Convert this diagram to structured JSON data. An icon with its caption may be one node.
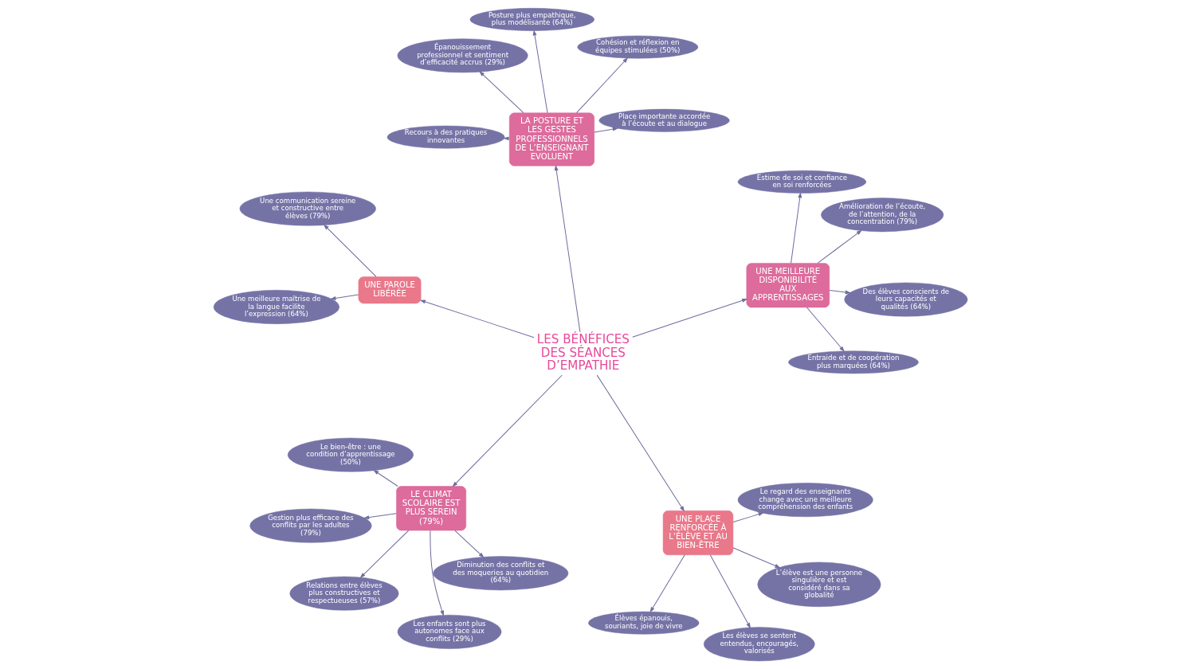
{
  "diagram": {
    "nodes": [
      {
        "text": [
          "LES BÉNÉFICES DES SÉANCES D’EMPATHIE"
        ]
      },
      {
        "text": [
          "UNE PLACE RENFORCÉE À L’ÉLÈVE ET AU BIEN-ÊTRE"
        ]
      },
      {
        "text": [
          "Les élèves se sentent entendus, encouragés, valorisés"
        ]
      },
      {
        "text": [
          "Le regard des enseignants change avec une meilleure compréhension des enfants"
        ]
      },
      {
        "text": [
          "L’élève est une personne singulière et est considéré dans sa globalité"
        ]
      },
      {
        "text": [
          "Élèves épanouis, souriants, joie de vivre"
        ]
      },
      {
        "text": [
          "LE CLIMAT SCOLAIRE EST PLUS SEREIN (79%)"
        ]
      },
      {
        "text": [
          "Diminution des conflits et des moqueries au quotidien (64%)"
        ]
      },
      {
        "text": [
          "Gestion plus efficace des conflits par les adultes (79%)"
        ]
      },
      {
        "text": [
          "Les enfants sont plus autonomes face aux conflits (29%)"
        ]
      },
      {
        "text": [
          "Relations entre élèves plus constructives et respectueuses (57%)"
        ]
      },
      {
        "text": [
          "Le bien-être : une condition d’apprentissage (50%)"
        ]
      },
      {
        "text": [
          "UNE MEILLEURE DISPONIBILITÉ AUX APPRENTISSAGES"
        ]
      },
      {
        "text": [
          "Amélioration de l’écoute, de l’attention, de la concentration (79%)"
        ]
      },
      {
        "text": [
          "Estime de soi et confiance en soi renforcées"
        ]
      },
      {
        "text": [
          "Entraide et de coopération plus marquées (64%)"
        ]
      },
      {
        "text": [
          "Des élèves conscients de leurs capacités et qualités (64%)"
        ]
      },
      {
        "text": [
          "UNE PAROLE LIBÉRÉE"
        ]
      },
      {
        "text": [
          "Une communication sereine et constructive entre élèves (79%)"
        ]
      },
      {
        "text": [
          "Une meilleure maîtrise de la langue facilite l’expression (64%)"
        ]
      },
      {
        "text": [
          "LA POSTURE ET LES GESTES PROFESSIONNELS DE L’ENSEIGNANT EVOLUENT"
        ]
      },
      {
        "text": [
          "Recours à des pratiques innovantes"
        ]
      },
      {
        "text": [
          "Posture plus empathique, plus modélisante (64%)"
        ]
      },
      {
        "text": [
          "Cohésion et réflexion en équipes stimulées (50%)"
        ]
      },
      {
        "text": [
          "Épanouissement professionnel et sentiment d’efficacité accrus (29%)"
        ]
      },
      {
        "text": [
          "Place importante accordée à l’écoute et au dialogue"
        ]
      }
    ],
    "edges": [
      {
        "from": 0,
        "to": 1,
        "arrow": "to"
      },
      {
        "from": 1,
        "to": 2,
        "arrow": "to"
      },
      {
        "from": 1,
        "to": 3,
        "arrow": "to"
      },
      {
        "from": 1,
        "to": 4,
        "arrow": "to"
      },
      {
        "from": 1,
        "to": 5,
        "arrow": "to"
      },
      {
        "from": 0,
        "to": 6,
        "arrow": "to"
      },
      {
        "from": 6,
        "to": 7,
        "arrow": "to"
      },
      {
        "from": 6,
        "to": 8,
        "arrow": "to"
      },
      {
        "from": 6,
        "to": 9,
        "arrow": "to"
      },
      {
        "from": 6,
        "to": 10,
        "arrow": "to"
      },
      {
        "from": 6,
        "to": 11,
        "arrow": "to"
      },
      {
        "from": 0,
        "to": 12,
        "arrow": "to"
      },
      {
        "from": 12,
        "to": 13,
        "arrow": "to"
      },
      {
        "from": 12,
        "to": 14,
        "arrow": "to"
      },
      {
        "from": 12,
        "to": 15,
        "arrow": "to"
      },
      {
        "from": 12,
        "to": 16,
        "arrow": "to"
      },
      {
        "from": 0,
        "to": 17,
        "arrow": "to"
      },
      {
        "from": 17,
        "to": 18,
        "arrow": "to"
      },
      {
        "from": 17,
        "to": 19,
        "arrow": "to"
      },
      {
        "from": 0,
        "to": 20,
        "arrow": "to"
      },
      {
        "from": 20,
        "to": 21,
        "arrow": "to"
      },
      {
        "from": 20,
        "to": 22,
        "arrow": "to"
      },
      {
        "from": 20,
        "to": 23,
        "arrow": "to"
      },
      {
        "from": 20,
        "to": 24,
        "arrow": "to"
      },
      {
        "from": 20,
        "to": 25,
        "arrow": "to"
      }
    ]
  }
}
